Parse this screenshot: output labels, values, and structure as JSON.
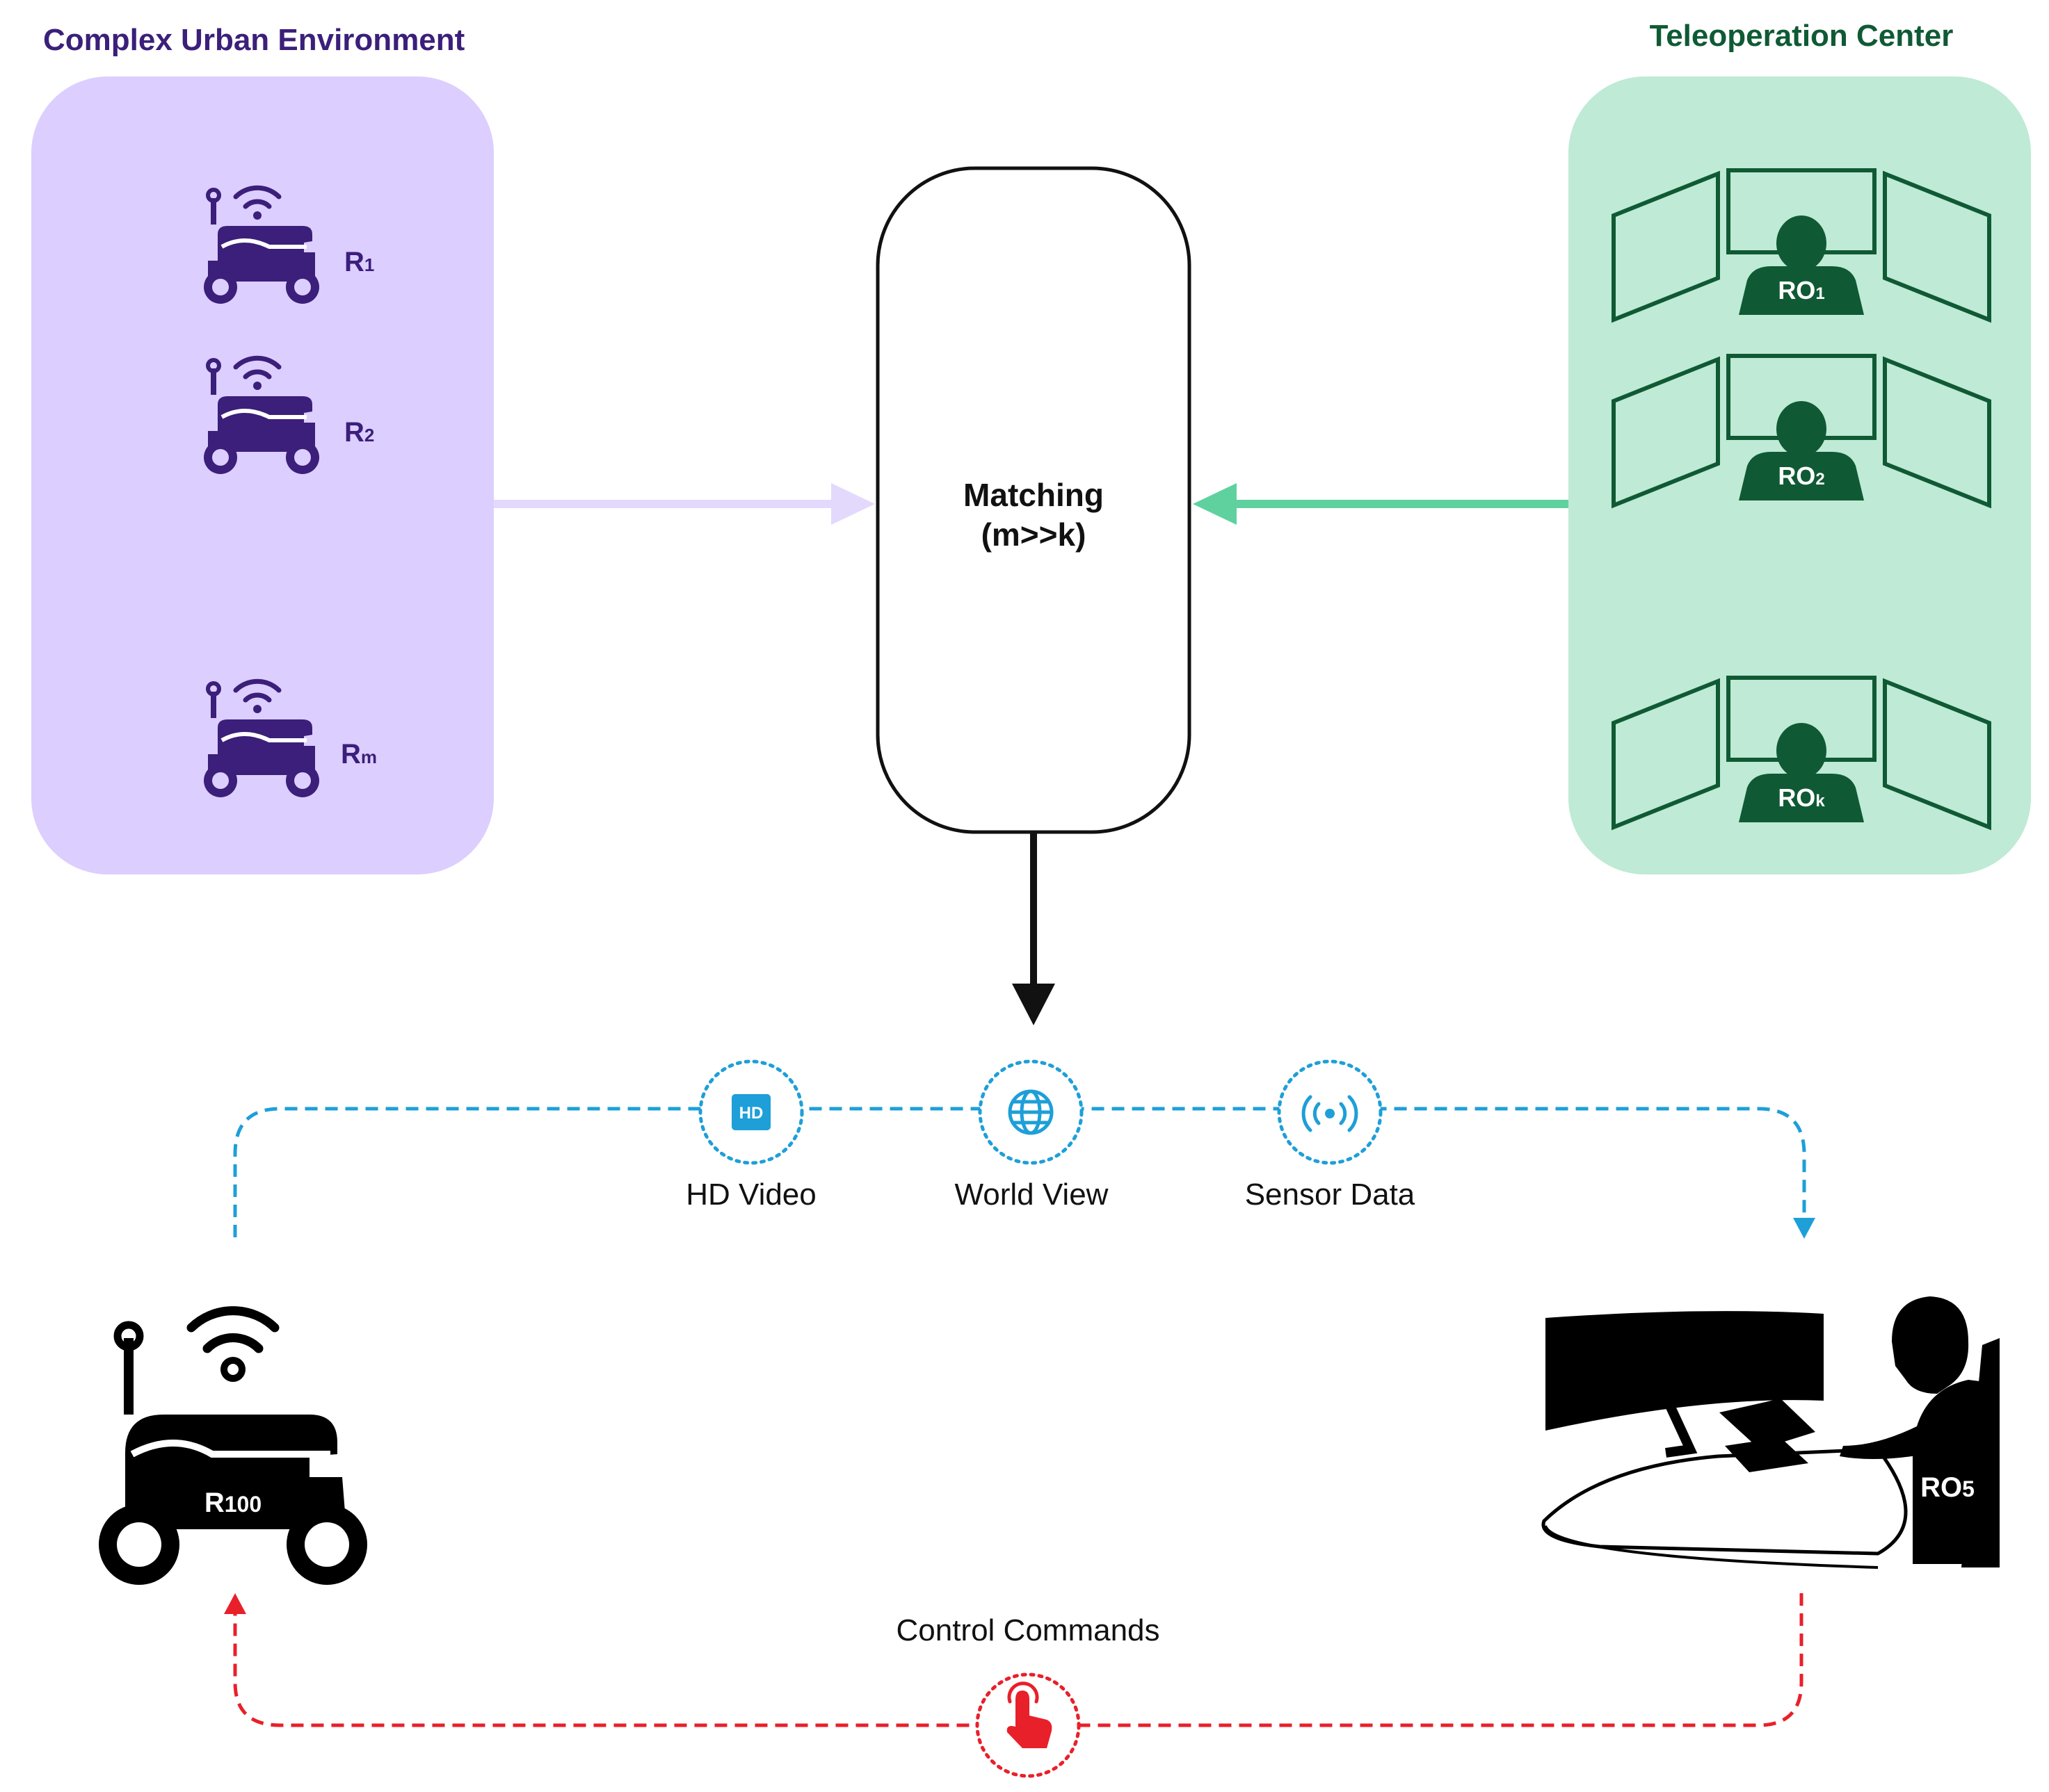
{
  "left_panel": {
    "title": "Complex Urban Environment",
    "robots": [
      {
        "label": "R",
        "sub": "1"
      },
      {
        "label": "R",
        "sub": "2"
      },
      {
        "label": "R",
        "sub": "m"
      }
    ]
  },
  "right_panel": {
    "title": "Teleoperation Center",
    "operators": [
      {
        "label": "RO",
        "sub": "1"
      },
      {
        "label": "RO",
        "sub": "2"
      },
      {
        "label": "RO",
        "sub": "k"
      }
    ]
  },
  "matching": {
    "line1": "Matching",
    "line2": "(m>>k)"
  },
  "streams": [
    {
      "label": "HD Video",
      "icon": "hd-icon"
    },
    {
      "label": "World View",
      "icon": "globe-icon"
    },
    {
      "label": "Sensor Data",
      "icon": "sensor-icon"
    }
  ],
  "big_robot": {
    "label": "R",
    "sub": "100"
  },
  "big_operator": {
    "label": "RO",
    "sub": "5"
  },
  "control": {
    "label": "Control Commands",
    "icon": "touch-icon"
  },
  "colors": {
    "purple_panel": "#dccefe",
    "purple_dark": "#3b1f7a",
    "purple_arrow": "#e3d9fc",
    "green_panel": "#bfead5",
    "green_dark": "#0f5a34",
    "green_arrow": "#5fd19f",
    "blue_dash": "#1e9fd8",
    "red_dash": "#e8202a"
  }
}
